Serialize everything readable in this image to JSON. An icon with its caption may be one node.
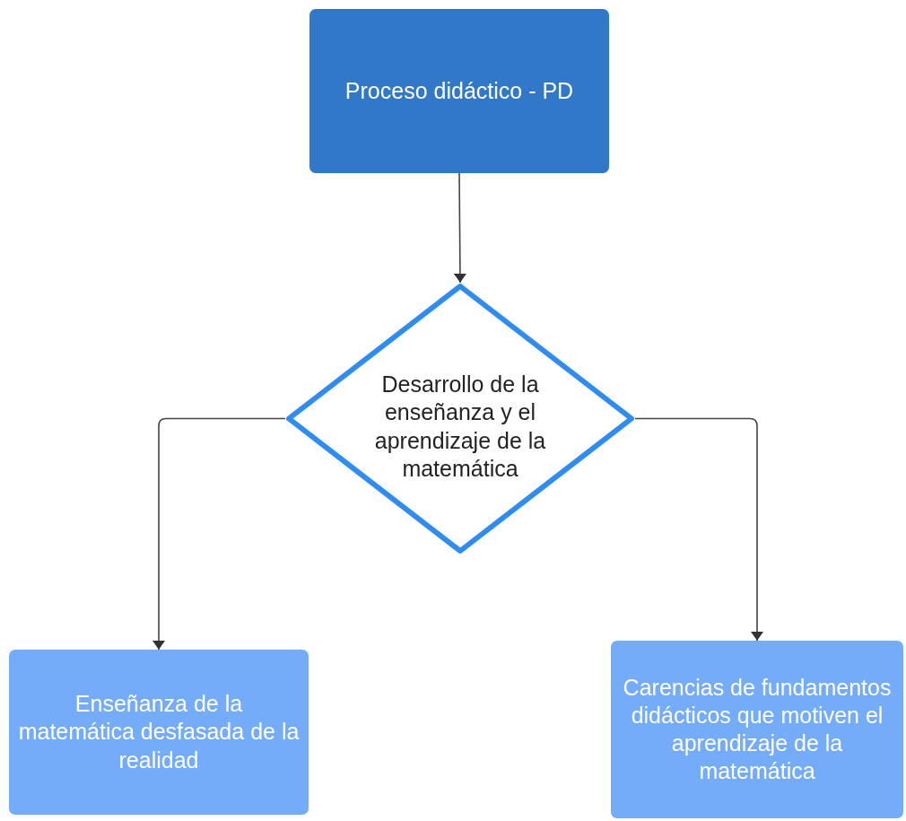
{
  "diagram": {
    "nodes": [
      {
        "text": [
          "Proceso didáctico - PD"
        ]
      },
      {
        "text": [
          "Desarrollo de la enseñanza y el aprendizaje de la matemática"
        ]
      },
      {
        "text": [
          "Enseñanza de la matemática desfasada de la realidad"
        ]
      },
      {
        "text": [
          "Carencias de fundamentos didácticos que motiven el aprendizaje de la matemática"
        ]
      }
    ],
    "edges": [
      {
        "from": 0,
        "to": 1,
        "arrow": "to"
      },
      {
        "from": 1,
        "to": 2,
        "arrow": "to"
      },
      {
        "from": 1,
        "to": 3,
        "arrow": "to"
      }
    ]
  }
}
